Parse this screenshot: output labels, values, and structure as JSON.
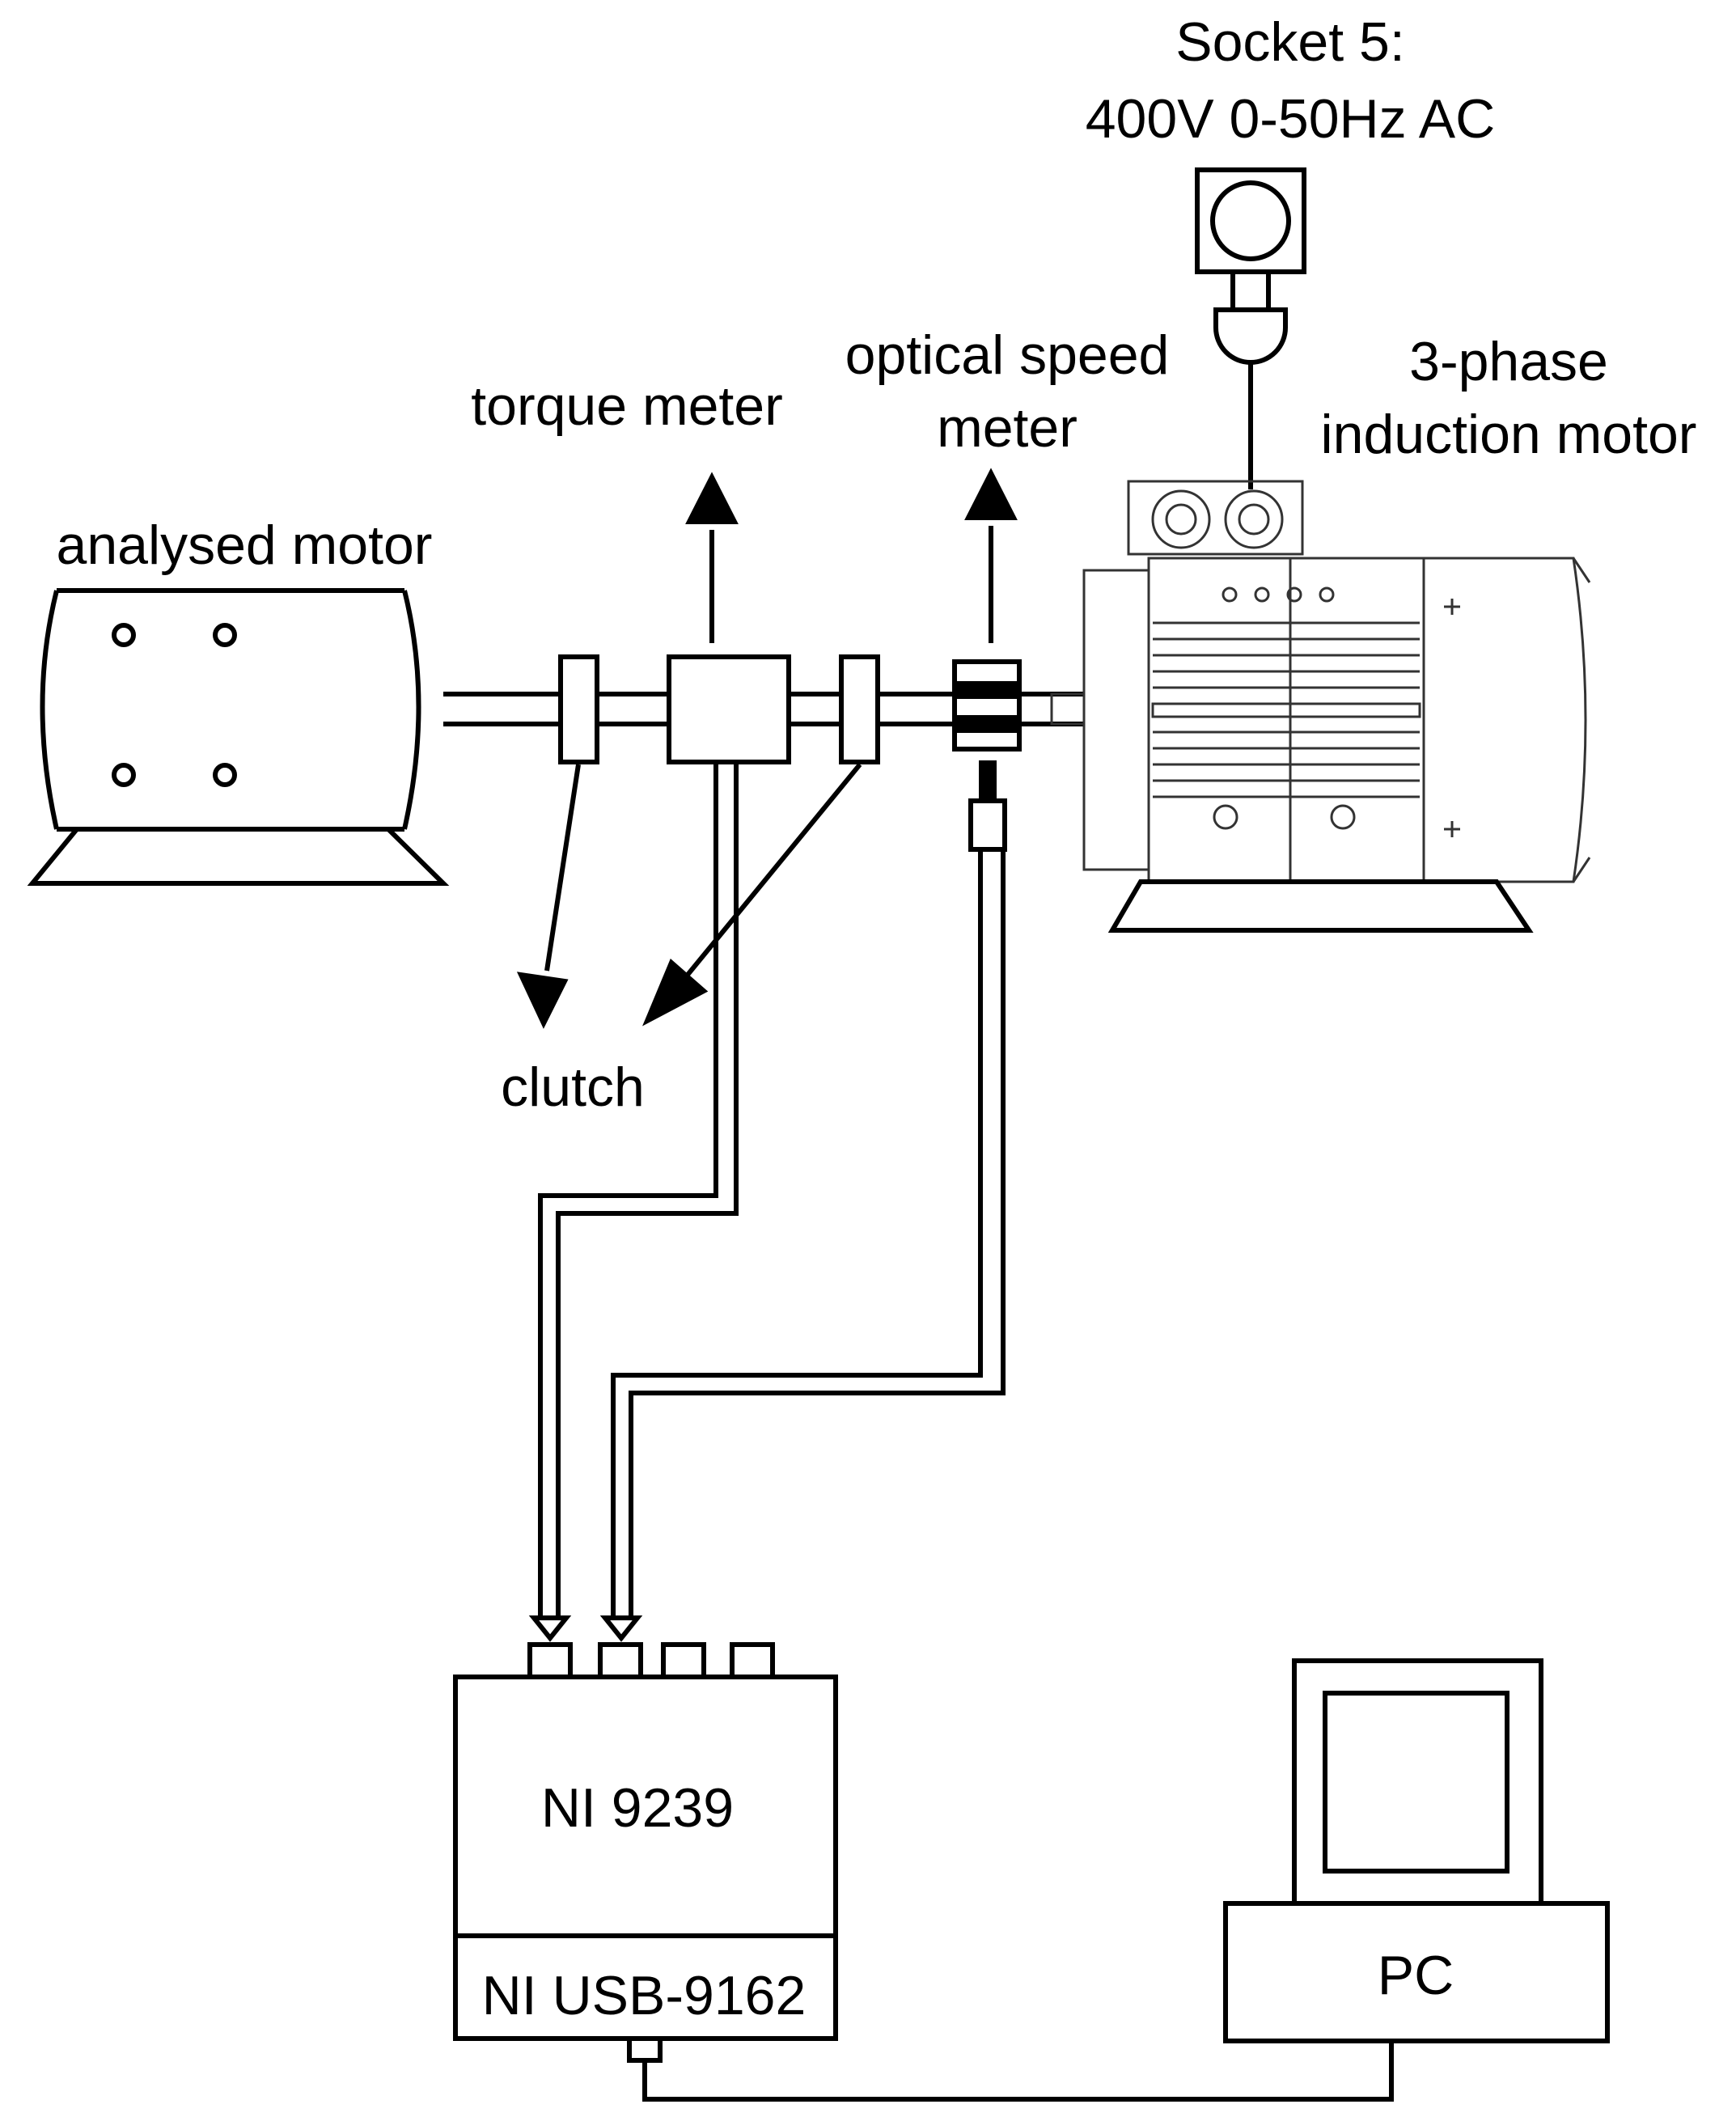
{
  "labels": {
    "socket_line1": "Socket 5:",
    "socket_line2": "400V 0-50Hz AC",
    "induction_line1": "3-phase",
    "induction_line2": "induction motor",
    "optical_line1": "optical speed",
    "optical_line2": "meter",
    "torque_meter": "torque meter",
    "analysed_motor": "analysed motor",
    "clutch": "clutch",
    "daq_module": "NI 9239",
    "daq_usb": "NI USB-9162",
    "pc": "PC"
  },
  "colors": {
    "stroke": "#000000",
    "background": "#ffffff",
    "motor_drawing": "#333333"
  }
}
